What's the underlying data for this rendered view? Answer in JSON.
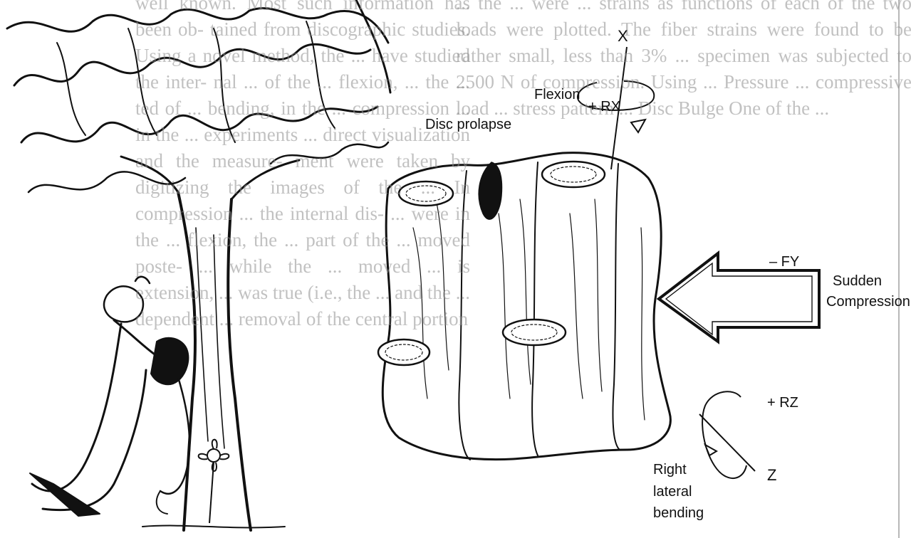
{
  "background_text": {
    "left": "well known. Most such information has been ob- tained from discographic studies. Using a novel method, the ... have studied the inter- nal ... of the ... flexion, ... the ... ted of ... bending, in the ... compression ... in the ... experiments ... direct visualization and the measure- ment were taken by digitizing the images of the ... In compression ... the internal dis- ... were in the ... flexion, the ... part of the ... moved poste- ... while the ... moved ... is extension, ... was true (i.e., the ... and the ... dependent ... removal of the central portion",
    "right": "... the ... were ... strains as functions of each of the two loads were plotted. The fiber strains were found to be rather small, less than 3% ... specimen was subjected to 2500 N of compression. Using ... Pressure ... compressive load ... stress pattern ... Disc Bulge One of the ..."
  },
  "labels": {
    "x_axis": "X",
    "flexion": "Flexion",
    "plus_rx": "+ RX",
    "disc_prolapse": "Disc prolapse",
    "minus_fy": "– FY",
    "sudden": "Sudden",
    "compression": "Compression",
    "plus_rz": "+ RZ",
    "z_axis": "Z",
    "right": "Right",
    "lateral": "lateral",
    "bending": "bending"
  },
  "colors": {
    "page": "#ffffff",
    "ink": "#111111",
    "faded_text": "#8f8f8f",
    "page_edge": "#b8b8b8"
  }
}
